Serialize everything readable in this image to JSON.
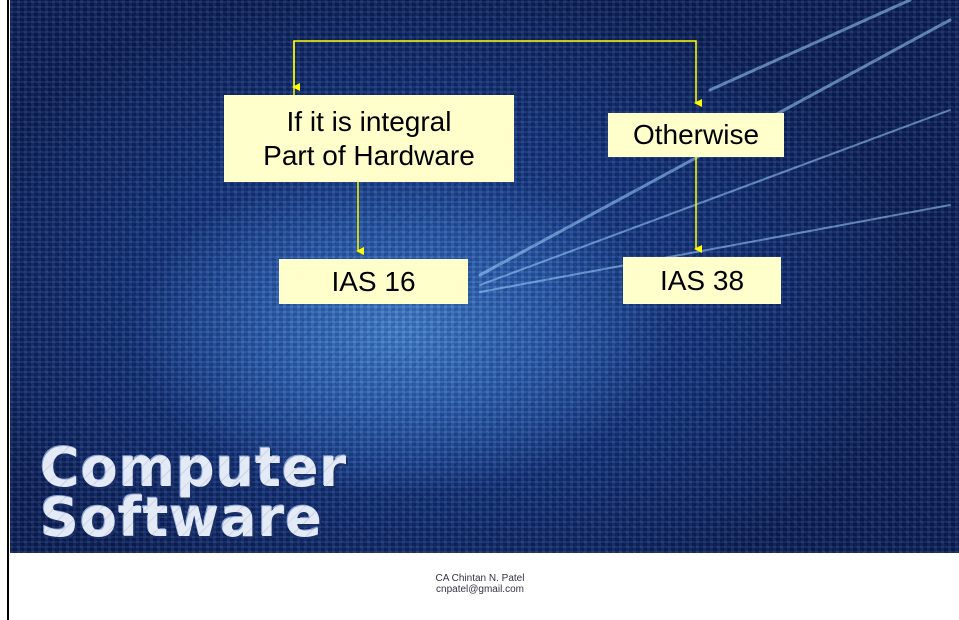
{
  "diagram": {
    "boxes": {
      "integral": {
        "line1": "If it is integral",
        "line2": "Part of Hardware"
      },
      "otherwise": {
        "label": "Otherwise"
      },
      "ias16": {
        "label": "IAS 16"
      },
      "ias38": {
        "label": "IAS 38"
      }
    },
    "connector_color": "#ffff00",
    "box_fill": "#ffffcc"
  },
  "background": {
    "title_line1": "Computer",
    "title_line2": "Software"
  },
  "footer": {
    "author": "CA Chintan N. Patel",
    "email": "cnpatel@gmail.com"
  }
}
